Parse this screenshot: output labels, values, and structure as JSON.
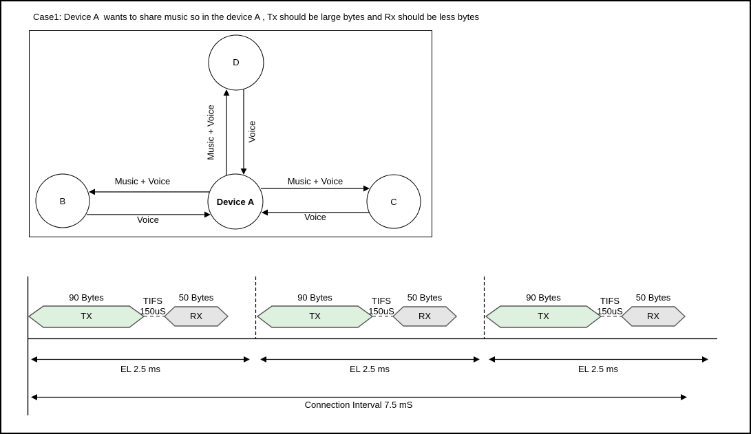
{
  "title": "Case1: Device A  wants to share music so in the device A , Tx should be large bytes and Rx should be less bytes",
  "colors": {
    "tx_fill": "#def0de",
    "tx_stroke": "#565656",
    "rx_fill": "#e5e5e5",
    "rx_stroke": "#5c5c5c",
    "line": "#000000"
  },
  "network": {
    "nodes": {
      "d": "D",
      "a": "Device A",
      "b": "B",
      "c": "C"
    },
    "edges": {
      "d_up": "Music + Voice",
      "d_down": "Voice",
      "b_in": "Music + Voice",
      "b_out": "Voice",
      "c_in": "Music + Voice",
      "c_out": "Voice"
    }
  },
  "timing": {
    "slots": [
      {
        "tx_bytes": "90 Bytes",
        "tx": "TX",
        "tifs": "TIFS",
        "tifs_value": "150uS",
        "rx_bytes": "50 Bytes",
        "rx": "RX",
        "el": "EL 2.5 ms"
      },
      {
        "tx_bytes": "90 Bytes",
        "tx": "TX",
        "tifs": "TIFS",
        "tifs_value": "150uS",
        "rx_bytes": "50 Bytes",
        "rx": "RX",
        "el": "EL 2.5 ms"
      },
      {
        "tx_bytes": "90 Bytes",
        "tx": "TX",
        "tifs": "TIFS",
        "tifs_value": "150uS",
        "rx_bytes": "50 Bytes",
        "rx": "RX",
        "el": "EL 2.5 ms"
      }
    ],
    "connection_interval": "Connection Interval 7.5 mS"
  }
}
